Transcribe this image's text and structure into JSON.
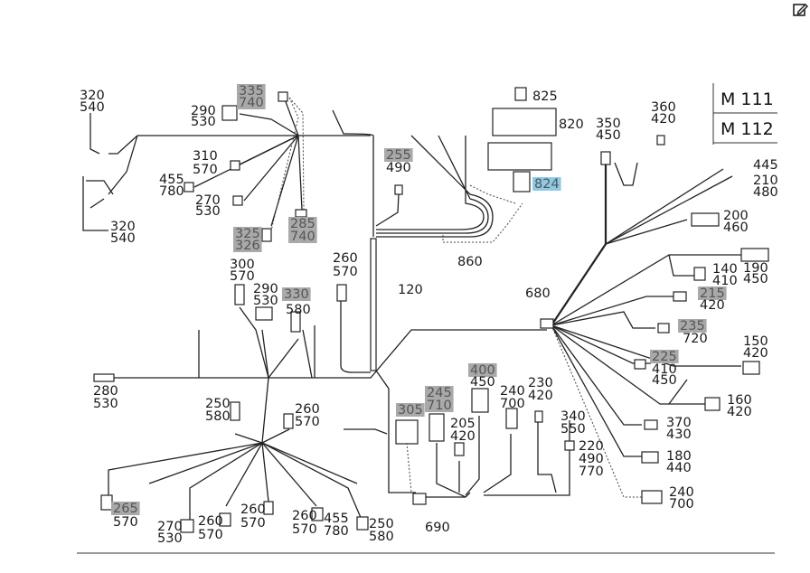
{
  "models": [
    "M 111",
    "M 112"
  ],
  "callouts": [
    {
      "text": "320",
      "hl": ""
    },
    {
      "text": "540",
      "hl": ""
    },
    {
      "text": "335",
      "hl": "grey"
    },
    {
      "text": "740",
      "hl": "grey"
    },
    {
      "text": "290",
      "hl": ""
    },
    {
      "text": "530",
      "hl": ""
    },
    {
      "text": "310",
      "hl": ""
    },
    {
      "text": "570",
      "hl": ""
    },
    {
      "text": "455",
      "hl": ""
    },
    {
      "text": "780",
      "hl": ""
    },
    {
      "text": "270",
      "hl": ""
    },
    {
      "text": "530",
      "hl": ""
    },
    {
      "text": "320",
      "hl": ""
    },
    {
      "text": "540",
      "hl": ""
    },
    {
      "text": "325",
      "hl": "grey"
    },
    {
      "text": "326",
      "hl": "grey"
    },
    {
      "text": "285",
      "hl": "grey"
    },
    {
      "text": "740",
      "hl": "grey"
    },
    {
      "text": "255",
      "hl": "grey"
    },
    {
      "text": "490",
      "hl": ""
    },
    {
      "text": "825",
      "hl": ""
    },
    {
      "text": "820",
      "hl": ""
    },
    {
      "text": "824",
      "hl": "blue"
    },
    {
      "text": "350",
      "hl": ""
    },
    {
      "text": "450",
      "hl": ""
    },
    {
      "text": "360",
      "hl": ""
    },
    {
      "text": "420",
      "hl": ""
    },
    {
      "text": "445",
      "hl": ""
    },
    {
      "text": "210",
      "hl": ""
    },
    {
      "text": "480",
      "hl": ""
    },
    {
      "text": "200",
      "hl": ""
    },
    {
      "text": "460",
      "hl": ""
    },
    {
      "text": "860",
      "hl": ""
    },
    {
      "text": "190",
      "hl": ""
    },
    {
      "text": "450",
      "hl": ""
    },
    {
      "text": "140",
      "hl": ""
    },
    {
      "text": "410",
      "hl": ""
    },
    {
      "text": "215",
      "hl": "grey"
    },
    {
      "text": "420",
      "hl": ""
    },
    {
      "text": "300",
      "hl": ""
    },
    {
      "text": "570",
      "hl": ""
    },
    {
      "text": "290",
      "hl": ""
    },
    {
      "text": "530",
      "hl": ""
    },
    {
      "text": "330",
      "hl": "grey"
    },
    {
      "text": "580",
      "hl": ""
    },
    {
      "text": "260",
      "hl": ""
    },
    {
      "text": "570",
      "hl": ""
    },
    {
      "text": "120",
      "hl": ""
    },
    {
      "text": "680",
      "hl": ""
    },
    {
      "text": "235",
      "hl": "grey"
    },
    {
      "text": "720",
      "hl": ""
    },
    {
      "text": "150",
      "hl": ""
    },
    {
      "text": "420",
      "hl": ""
    },
    {
      "text": "225",
      "hl": "grey"
    },
    {
      "text": "410",
      "hl": ""
    },
    {
      "text": "450",
      "hl": ""
    },
    {
      "text": "280",
      "hl": ""
    },
    {
      "text": "530",
      "hl": ""
    },
    {
      "text": "400",
      "hl": "grey"
    },
    {
      "text": "450",
      "hl": ""
    },
    {
      "text": "245",
      "hl": "grey"
    },
    {
      "text": "710",
      "hl": "grey"
    },
    {
      "text": "240",
      "hl": ""
    },
    {
      "text": "700",
      "hl": ""
    },
    {
      "text": "230",
      "hl": ""
    },
    {
      "text": "420",
      "hl": ""
    },
    {
      "text": "160",
      "hl": ""
    },
    {
      "text": "420",
      "hl": ""
    },
    {
      "text": "250",
      "hl": ""
    },
    {
      "text": "580",
      "hl": ""
    },
    {
      "text": "260",
      "hl": ""
    },
    {
      "text": "570",
      "hl": ""
    },
    {
      "text": "305",
      "hl": "grey"
    },
    {
      "text": "205",
      "hl": ""
    },
    {
      "text": "420",
      "hl": ""
    },
    {
      "text": "340",
      "hl": ""
    },
    {
      "text": "550",
      "hl": ""
    },
    {
      "text": "370",
      "hl": ""
    },
    {
      "text": "430",
      "hl": ""
    },
    {
      "text": "220",
      "hl": ""
    },
    {
      "text": "490",
      "hl": ""
    },
    {
      "text": "770",
      "hl": ""
    },
    {
      "text": "180",
      "hl": ""
    },
    {
      "text": "440",
      "hl": ""
    },
    {
      "text": "240",
      "hl": ""
    },
    {
      "text": "700",
      "hl": ""
    },
    {
      "text": "265",
      "hl": "grey"
    },
    {
      "text": "570",
      "hl": ""
    },
    {
      "text": "270",
      "hl": ""
    },
    {
      "text": "530",
      "hl": ""
    },
    {
      "text": "260",
      "hl": ""
    },
    {
      "text": "570",
      "hl": ""
    },
    {
      "text": "260",
      "hl": ""
    },
    {
      "text": "570",
      "hl": ""
    },
    {
      "text": "260",
      "hl": ""
    },
    {
      "text": "570",
      "hl": ""
    },
    {
      "text": "455",
      "hl": ""
    },
    {
      "text": "780",
      "hl": ""
    },
    {
      "text": "250",
      "hl": ""
    },
    {
      "text": "580",
      "hl": ""
    },
    {
      "text": "690",
      "hl": ""
    }
  ],
  "colors": {
    "highlight_grey": "#a9a9a9",
    "highlight_blue": "#8ecae6",
    "line": "#222222"
  },
  "toolbar": {
    "edit_icon": "edit-icon"
  }
}
